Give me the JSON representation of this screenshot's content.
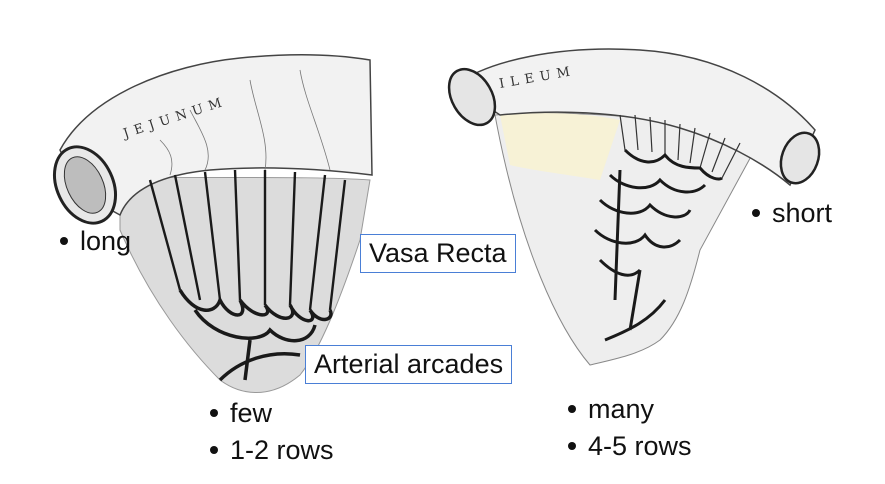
{
  "specimens": {
    "left_name": "JEJUNUM",
    "right_name": "ILEUM"
  },
  "labels": {
    "vasa_recta": "Vasa Recta",
    "arterial_arcades": "Arterial arcades",
    "left_length": "long",
    "right_length": "short",
    "left_arcades_count": "few",
    "left_arcades_rows": "1-2 rows",
    "right_arcades_count": "many",
    "right_arcades_rows": "4-5 rows"
  },
  "colors": {
    "label_box_border": "#4a7fd6",
    "vessel": "#1a1a1a",
    "mesentery": "#dcdcdc"
  }
}
